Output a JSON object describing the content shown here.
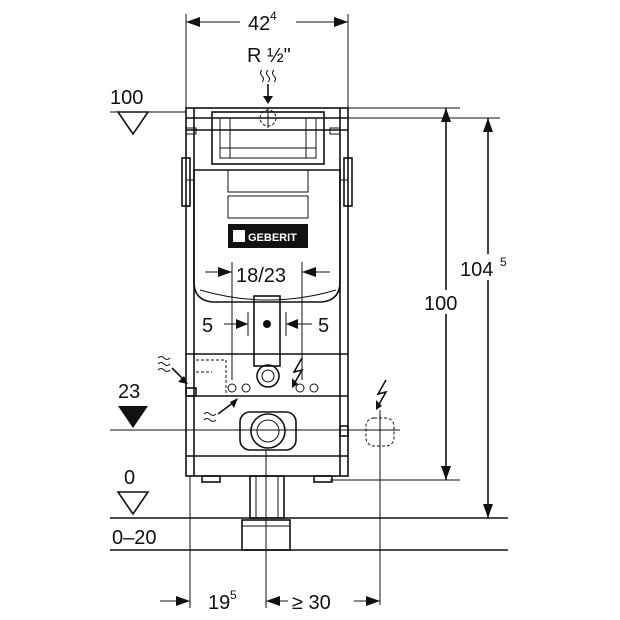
{
  "dimensions": {
    "width_top": "42",
    "width_top_sup": "4",
    "connection": "R ½\"",
    "level_100": "100",
    "level_23": "23",
    "level_0": "0",
    "floor_range": "0–20",
    "center_spacing": "18/23",
    "offset_left": "5",
    "offset_right": "5",
    "height_inner": "100",
    "height_outer": "104",
    "height_outer_sup": "5",
    "bottom_left": "19",
    "bottom_left_sup": "5",
    "bottom_right": "≥ 30"
  },
  "brand": {
    "logo_text": "GEBERIT"
  }
}
